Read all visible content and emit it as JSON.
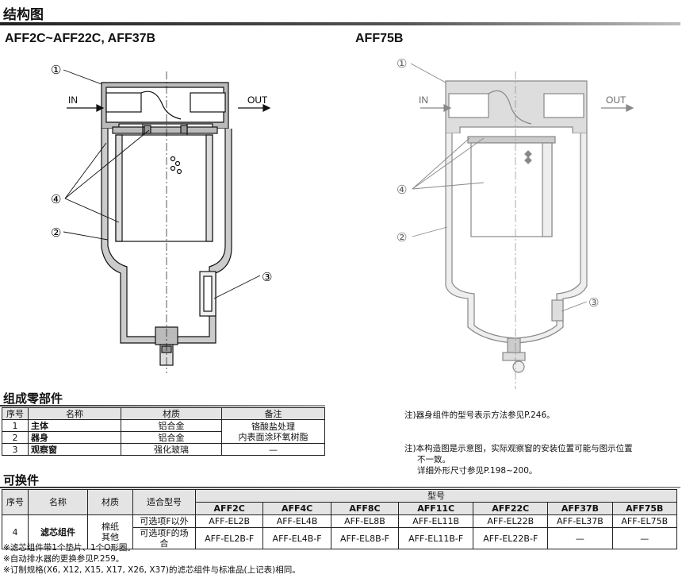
{
  "section_title": "结构图",
  "left_fig": {
    "title": "AFF2C~AFF22C, AFF37B",
    "in_label": "IN",
    "out_label": "OUT",
    "callouts": [
      "①",
      "④",
      "②",
      "③"
    ]
  },
  "right_fig": {
    "title": "AFF75B",
    "in_label": "IN",
    "out_label": "OUT",
    "callouts": [
      "①",
      "④",
      "②",
      "③"
    ]
  },
  "parts": {
    "title": "组成零部件",
    "headers": [
      "序号",
      "名称",
      "材质",
      "备注"
    ],
    "rows": [
      {
        "no": "1",
        "name": "主体",
        "material": "铝合金"
      },
      {
        "no": "2",
        "name": "器身",
        "material": "铝合金"
      },
      {
        "no": "3",
        "name": "观察窗",
        "material": "强化玻璃",
        "remark": "—"
      }
    ],
    "remark_merged_1": "铬酸盐处理",
    "remark_merged_2": "内表面涂环氧树脂"
  },
  "notes_right": {
    "note1": "注)器身组件的型号表示方法参见P.246。",
    "note2_line1": "注)本构造图是示意图，实际观察窗的安装位置可能与图示位置",
    "note2_line2": "不一致。",
    "note2_line3": "详细外形尺寸参见P.198~200。"
  },
  "replacement": {
    "title": "可换件",
    "headers": {
      "no": "序号",
      "name": "名称",
      "material": "材质",
      "applicable": "适合型号",
      "model": "型号"
    },
    "models": [
      "AFF2C",
      "AFF4C",
      "AFF8C",
      "AFF11C",
      "AFF22C",
      "AFF37B",
      "AFF75B"
    ],
    "row": {
      "no": "4",
      "name": "滤芯组件",
      "material_1": "棉纸",
      "material_2": "其他",
      "applicable_1": "可选项F以外",
      "applicable_2": "可选项F的场合",
      "values_1": [
        "AFF-EL2B",
        "AFF-EL4B",
        "AFF-EL8B",
        "AFF-EL11B",
        "AFF-EL22B",
        "AFF-EL37B",
        "AFF-EL75B"
      ],
      "values_2": [
        "AFF-EL2B-F",
        "AFF-EL4B-F",
        "AFF-EL8B-F",
        "AFF-EL11B-F",
        "AFF-EL22B-F",
        "—",
        "—"
      ]
    }
  },
  "footnotes": [
    "※滤芯组件带1个垫片、1个O形圈。",
    "※自动排水器的更换参见P.259。",
    "※订制规格(X6, X12, X15, X17, X26, X37)的滤芯组件与标准品(上记表)相同。"
  ]
}
